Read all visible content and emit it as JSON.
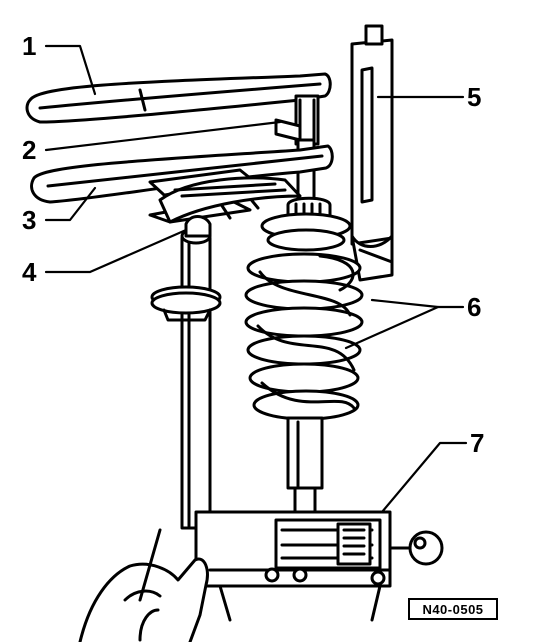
{
  "diagram": {
    "callouts": [
      {
        "id": "1",
        "label": "1"
      },
      {
        "id": "2",
        "label": "2"
      },
      {
        "id": "3",
        "label": "3"
      },
      {
        "id": "4",
        "label": "4"
      },
      {
        "id": "5",
        "label": "5"
      },
      {
        "id": "6",
        "label": "6"
      },
      {
        "id": "7",
        "label": "7"
      }
    ],
    "reference_code": "N40-0505"
  }
}
